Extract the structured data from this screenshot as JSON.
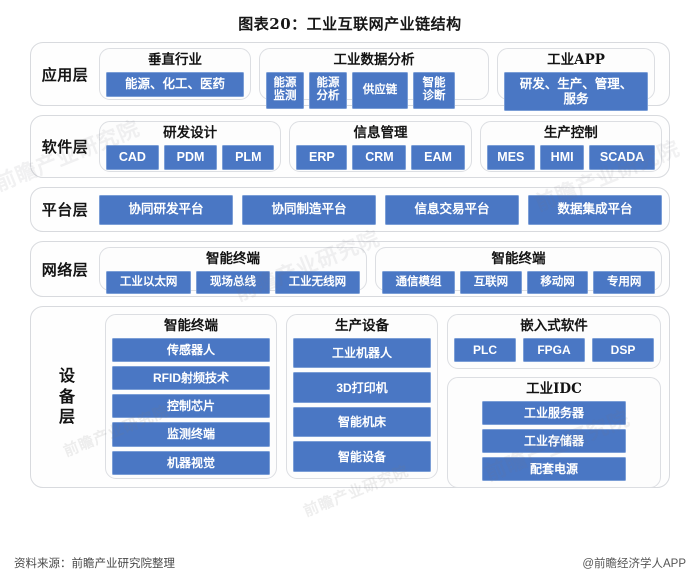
{
  "title": "图表20：工业互联网产业链结构",
  "colors": {
    "chip_blue": "#4a77c4",
    "chip_border": "#7b9ed6",
    "card_border": "#dcdee2"
  },
  "footer": {
    "source": "资料来源：前瞻产业研究院整理",
    "brand": "@前瞻经济学人APP"
  },
  "watermarks": [
    "前瞻产业研究院",
    "前瞻产业研究院",
    "前瞻产业研究院",
    "前瞻产业研究院"
  ],
  "chart_data": {
    "type": "diagram",
    "title": "图表20：工业互联网产业链结构",
    "layers": [
      {
        "label": "应用层",
        "groups": [
          {
            "title": "垂直行业",
            "items": [
              "能源、化工、医药"
            ]
          },
          {
            "title": "工业数据分析",
            "items": [
              "能源\n监测",
              "能源\n分析",
              "供应链",
              "智能\n诊断"
            ]
          },
          {
            "title": "工业APP",
            "items": [
              "研发、生产、管理、\n服务"
            ]
          }
        ]
      },
      {
        "label": "软件层",
        "groups": [
          {
            "title": "研发设计",
            "items": [
              "CAD",
              "PDM",
              "PLM"
            ]
          },
          {
            "title": "信息管理",
            "items": [
              "ERP",
              "CRM",
              "EAM"
            ]
          },
          {
            "title": "生产控制",
            "items": [
              "MES",
              "HMI",
              "SCADA"
            ]
          }
        ]
      },
      {
        "label": "平台层",
        "groups": [
          {
            "title": "",
            "items": [
              "协同研发平台",
              "协同制造平台",
              "信息交易平台",
              "数据集成平台"
            ]
          }
        ]
      },
      {
        "label": "网络层",
        "groups": [
          {
            "title": "智能终端",
            "items": [
              "工业以太网",
              "现场总线",
              "工业无线网"
            ]
          },
          {
            "title": "智能终端",
            "items": [
              "通信模组",
              "互联网",
              "移动网",
              "专用网"
            ]
          }
        ]
      },
      {
        "label": "设备层",
        "groups": [
          {
            "title": "智能终端",
            "items": [
              "传感器人",
              "RFID射频技术",
              "控制芯片",
              "监测终端",
              "机器视觉"
            ]
          },
          {
            "title": "生产设备",
            "items": [
              "工业机器人",
              "3D打印机",
              "智能机床",
              "智能设备"
            ]
          },
          {
            "title": "嵌入式软件",
            "items": [
              "PLC",
              "FPGA",
              "DSP"
            ]
          },
          {
            "title": "工业IDC",
            "items": [
              "工业服务器",
              "工业存储器",
              "配套电源"
            ]
          }
        ]
      }
    ]
  },
  "app": {
    "label": "应用层",
    "vertical": {
      "title": "垂直行业",
      "item0": "能源、化工、医药"
    },
    "data": {
      "title": "工业数据分析",
      "item0": "能源\n监测",
      "item1": "能源\n分析",
      "item2": "供应链",
      "item3": "智能\n诊断"
    },
    "appgrp": {
      "title": "工业APP",
      "item0": "研发、生产、管理、\n服务"
    }
  },
  "soft": {
    "label": "软件层",
    "g0": {
      "title": "研发设计",
      "i0": "CAD",
      "i1": "PDM",
      "i2": "PLM"
    },
    "g1": {
      "title": "信息管理",
      "i0": "ERP",
      "i1": "CRM",
      "i2": "EAM"
    },
    "g2": {
      "title": "生产控制",
      "i0": "MES",
      "i1": "HMI",
      "i2": "SCADA"
    }
  },
  "plat": {
    "label": "平台层",
    "i0": "协同研发平台",
    "i1": "协同制造平台",
    "i2": "信息交易平台",
    "i3": "数据集成平台"
  },
  "net": {
    "label": "网络层",
    "g0": {
      "title": "智能终端",
      "i0": "工业以太网",
      "i1": "现场总线",
      "i2": "工业无线网"
    },
    "g1": {
      "title": "智能终端",
      "i0": "通信模组",
      "i1": "互联网",
      "i2": "移动网",
      "i3": "专用网"
    }
  },
  "dev": {
    "label_l0": "设",
    "label_l1": "备",
    "label_l2": "层",
    "g0": {
      "title": "智能终端",
      "i0": "传感器人",
      "i1": "RFID射频技术",
      "i2": "控制芯片",
      "i3": "监测终端",
      "i4": "机器视觉"
    },
    "g1": {
      "title": "生产设备",
      "i0": "工业机器人",
      "i1": "3D打印机",
      "i2": "智能机床",
      "i3": "智能设备"
    },
    "g2": {
      "title": "嵌入式软件",
      "i0": "PLC",
      "i1": "FPGA",
      "i2": "DSP"
    },
    "g3": {
      "title": "工业IDC",
      "i0": "工业服务器",
      "i1": "工业存储器",
      "i2": "配套电源"
    }
  }
}
